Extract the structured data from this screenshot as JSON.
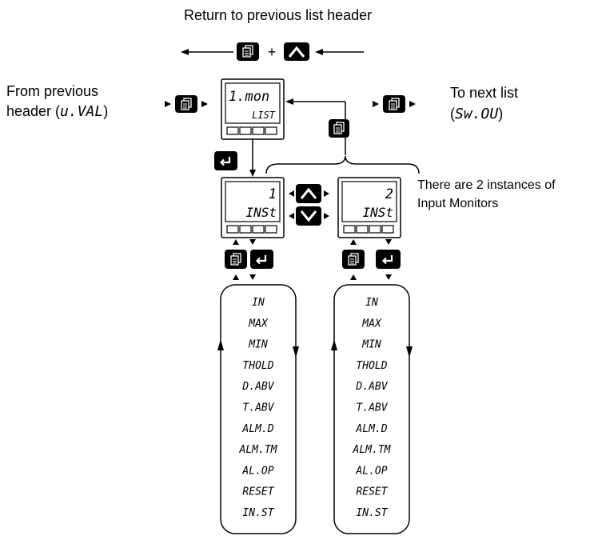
{
  "header": {
    "return_label": "Return to previous list header"
  },
  "nav": {
    "from_line1": "From previous",
    "from_line2_prefix": "header (",
    "from_code": "u.VAL",
    "from_suffix": ")",
    "to_line1": "To next list",
    "to_prefix": "(",
    "to_code": "Sw.OU",
    "to_suffix": ")"
  },
  "list_display": {
    "top": "1.mon",
    "bottom": "LIST"
  },
  "instances": [
    {
      "top": "1",
      "bottom": "INSt"
    },
    {
      "top": "2",
      "bottom": "INSt"
    }
  ],
  "instances_note": {
    "line1": "There are 2 instances of",
    "line2": "Input Monitors"
  },
  "parameters": [
    "IN",
    "MAX",
    "MIN",
    "THOLD",
    "D.ABV",
    "T.ABV",
    "ALM.D",
    "ALM.TM",
    "AL.OP",
    "RESET",
    "IN.ST"
  ],
  "colors": {
    "ink": "#000000",
    "key_fill": "#000000",
    "key_glyph": "#ffffff"
  },
  "icons": {
    "page_key": "page-key-icon",
    "scroll_key": "scroll-key-icon",
    "up_key": "up-arrow-key-icon",
    "down_key": "down-arrow-key-icon"
  }
}
